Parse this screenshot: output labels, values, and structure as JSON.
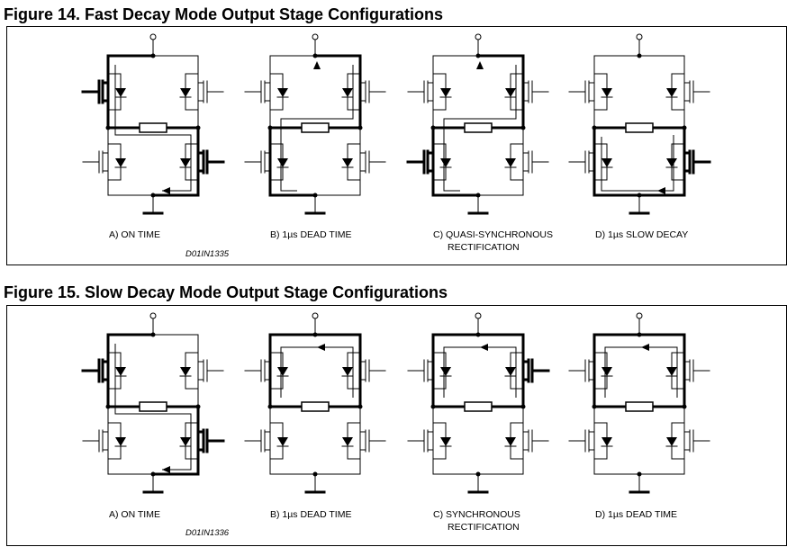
{
  "figures": [
    {
      "title": "Figure 14. Fast Decay Mode Output Stage Configurations",
      "code": "D01IN1335",
      "panels": [
        {
          "cap1": "A) ON TIME",
          "cap2": "",
          "on_mosfets": [
            "TL",
            "BR"
          ],
          "bold_wires": "fast-a",
          "current_path": "fast-a"
        },
        {
          "cap1": "B) 1µs DEAD TIME",
          "cap2": "",
          "on_mosfets": [],
          "bold_wires": "fast-b",
          "current_path": "fast-b"
        },
        {
          "cap1": "C) QUASI-SYNCHRONOUS",
          "cap2": "RECTIFICATION",
          "on_mosfets": [
            "BL"
          ],
          "bold_wires": "fast-c",
          "current_path": "fast-c"
        },
        {
          "cap1": "D) 1µs SLOW DECAY",
          "cap2": "",
          "on_mosfets": [
            "BR"
          ],
          "bold_wires": "fast-d",
          "current_path": "fast-d"
        }
      ]
    },
    {
      "title": "Figure 15. Slow Decay Mode Output Stage Configurations",
      "code": "D01IN1336",
      "panels": [
        {
          "cap1": "A) ON TIME",
          "cap2": "",
          "on_mosfets": [
            "TL",
            "BR"
          ],
          "bold_wires": "slow-a",
          "current_path": "slow-a"
        },
        {
          "cap1": "B) 1µs DEAD TIME",
          "cap2": "",
          "on_mosfets": [],
          "bold_wires": "slow-b",
          "current_path": "slow-b"
        },
        {
          "cap1": "C) SYNCHRONOUS",
          "cap2": "RECTIFICATION",
          "on_mosfets": [
            "TR"
          ],
          "bold_wires": "slow-c",
          "current_path": "slow-c"
        },
        {
          "cap1": "D) 1µs DEAD TIME",
          "cap2": "",
          "on_mosfets": [],
          "bold_wires": "slow-d",
          "current_path": "slow-d"
        }
      ]
    }
  ]
}
